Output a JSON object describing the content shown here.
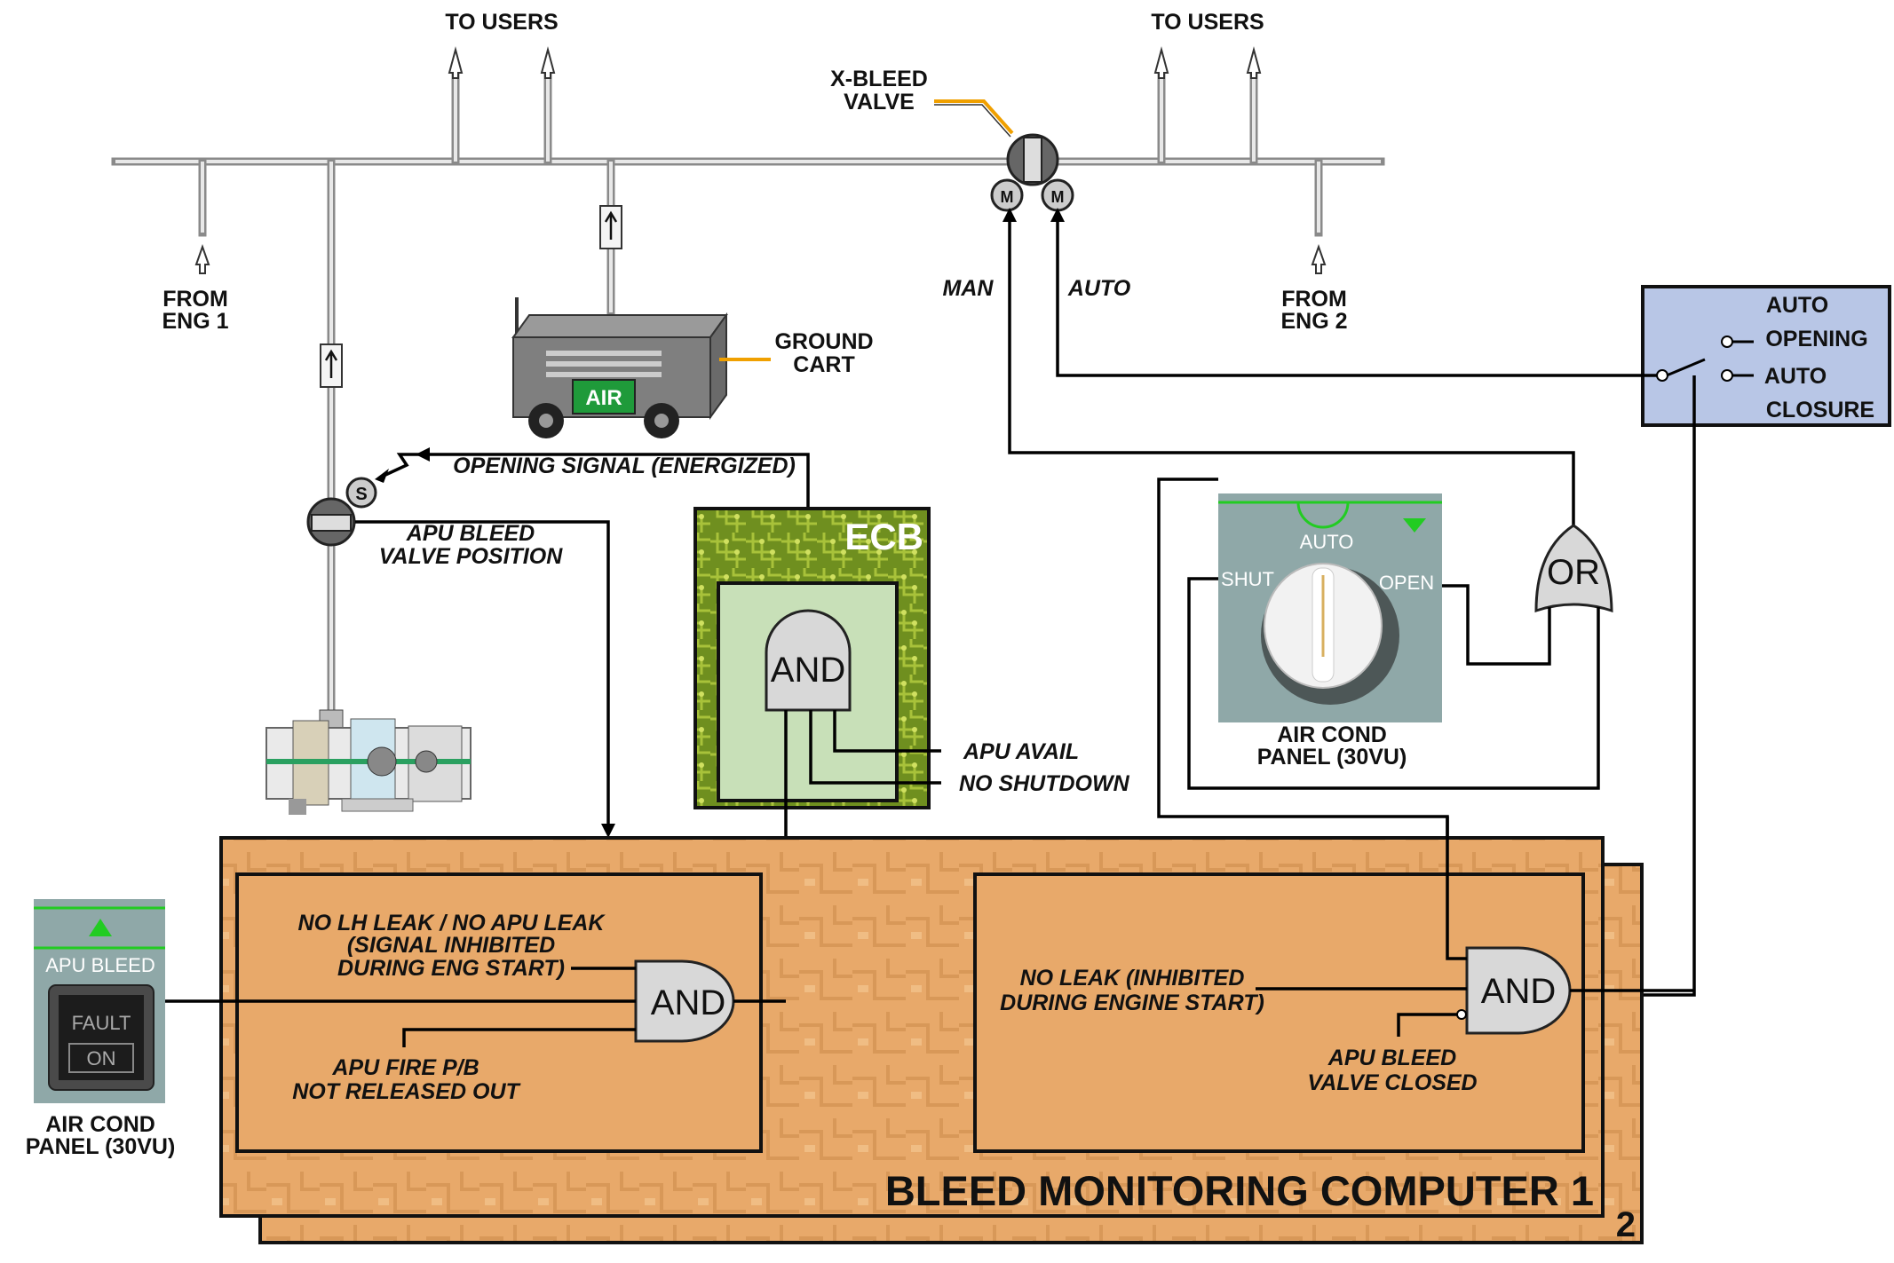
{
  "diagram": {
    "to_users_left": "TO USERS",
    "to_users_right": "TO USERS",
    "xbleed_valve": [
      "X-BLEED",
      "VALVE"
    ],
    "motor_left": "M",
    "motor_right": "M",
    "from_eng1": [
      "FROM",
      "ENG 1"
    ],
    "from_eng2": [
      "FROM",
      "ENG 2"
    ],
    "man": "MAN",
    "auto": "AUTO",
    "ground_cart": [
      "GROUND",
      "CART"
    ],
    "air": "AIR",
    "opening_signal": "OPENING SIGNAL (ENERGIZED)",
    "solenoid": "S",
    "apu_bleed_valve_position": [
      "APU BLEED",
      "VALVE POSITION"
    ],
    "ecb": "ECB",
    "and_ecb": "AND",
    "apu_avail": "APU AVAIL",
    "no_shutdown": "NO SHUTDOWN",
    "auto_box": {
      "auto": "AUTO",
      "opening": "OPENING",
      "auto2": "AUTO",
      "closure": "CLOSURE"
    },
    "or_gate": "OR",
    "knob_panel": {
      "auto": "AUTO",
      "shut": "SHUT",
      "open": "OPEN"
    },
    "air_cond_panel_right": [
      "AIR COND",
      "PANEL (30VU)"
    ],
    "apu_bleed_panel": {
      "title": "APU BLEED",
      "fault": "FAULT",
      "on": "ON"
    },
    "air_cond_panel_left": [
      "AIR COND",
      "PANEL (30VU)"
    ],
    "bmc_left": {
      "no_leak": [
        "NO LH LEAK / NO APU LEAK",
        "(SIGNAL INHIBITED",
        "DURING ENG START)"
      ],
      "apu_fire": [
        "APU FIRE P/B",
        "NOT RELEASED OUT"
      ],
      "and": "AND"
    },
    "bmc_right": {
      "no_leak": [
        "NO LEAK (INHIBITED",
        "DURING ENGINE START)"
      ],
      "apu_bleed_closed": [
        "APU BLEED",
        "VALVE CLOSED"
      ],
      "and": "AND"
    },
    "bmc_title": "BLEED MONITORING COMPUTER 1",
    "bmc_number": "2"
  },
  "colors": {
    "duct": "#8a8a8a",
    "computer_bg": "#e8a96a",
    "ecb_board": "#7a9a2a",
    "ecb_inner": "#c8e0b8",
    "panel_bg": "#8fa8a8",
    "auto_box": "#b8c6e6",
    "gate_fill": "#d8d8d8",
    "green_indicator": "#22cc22"
  }
}
